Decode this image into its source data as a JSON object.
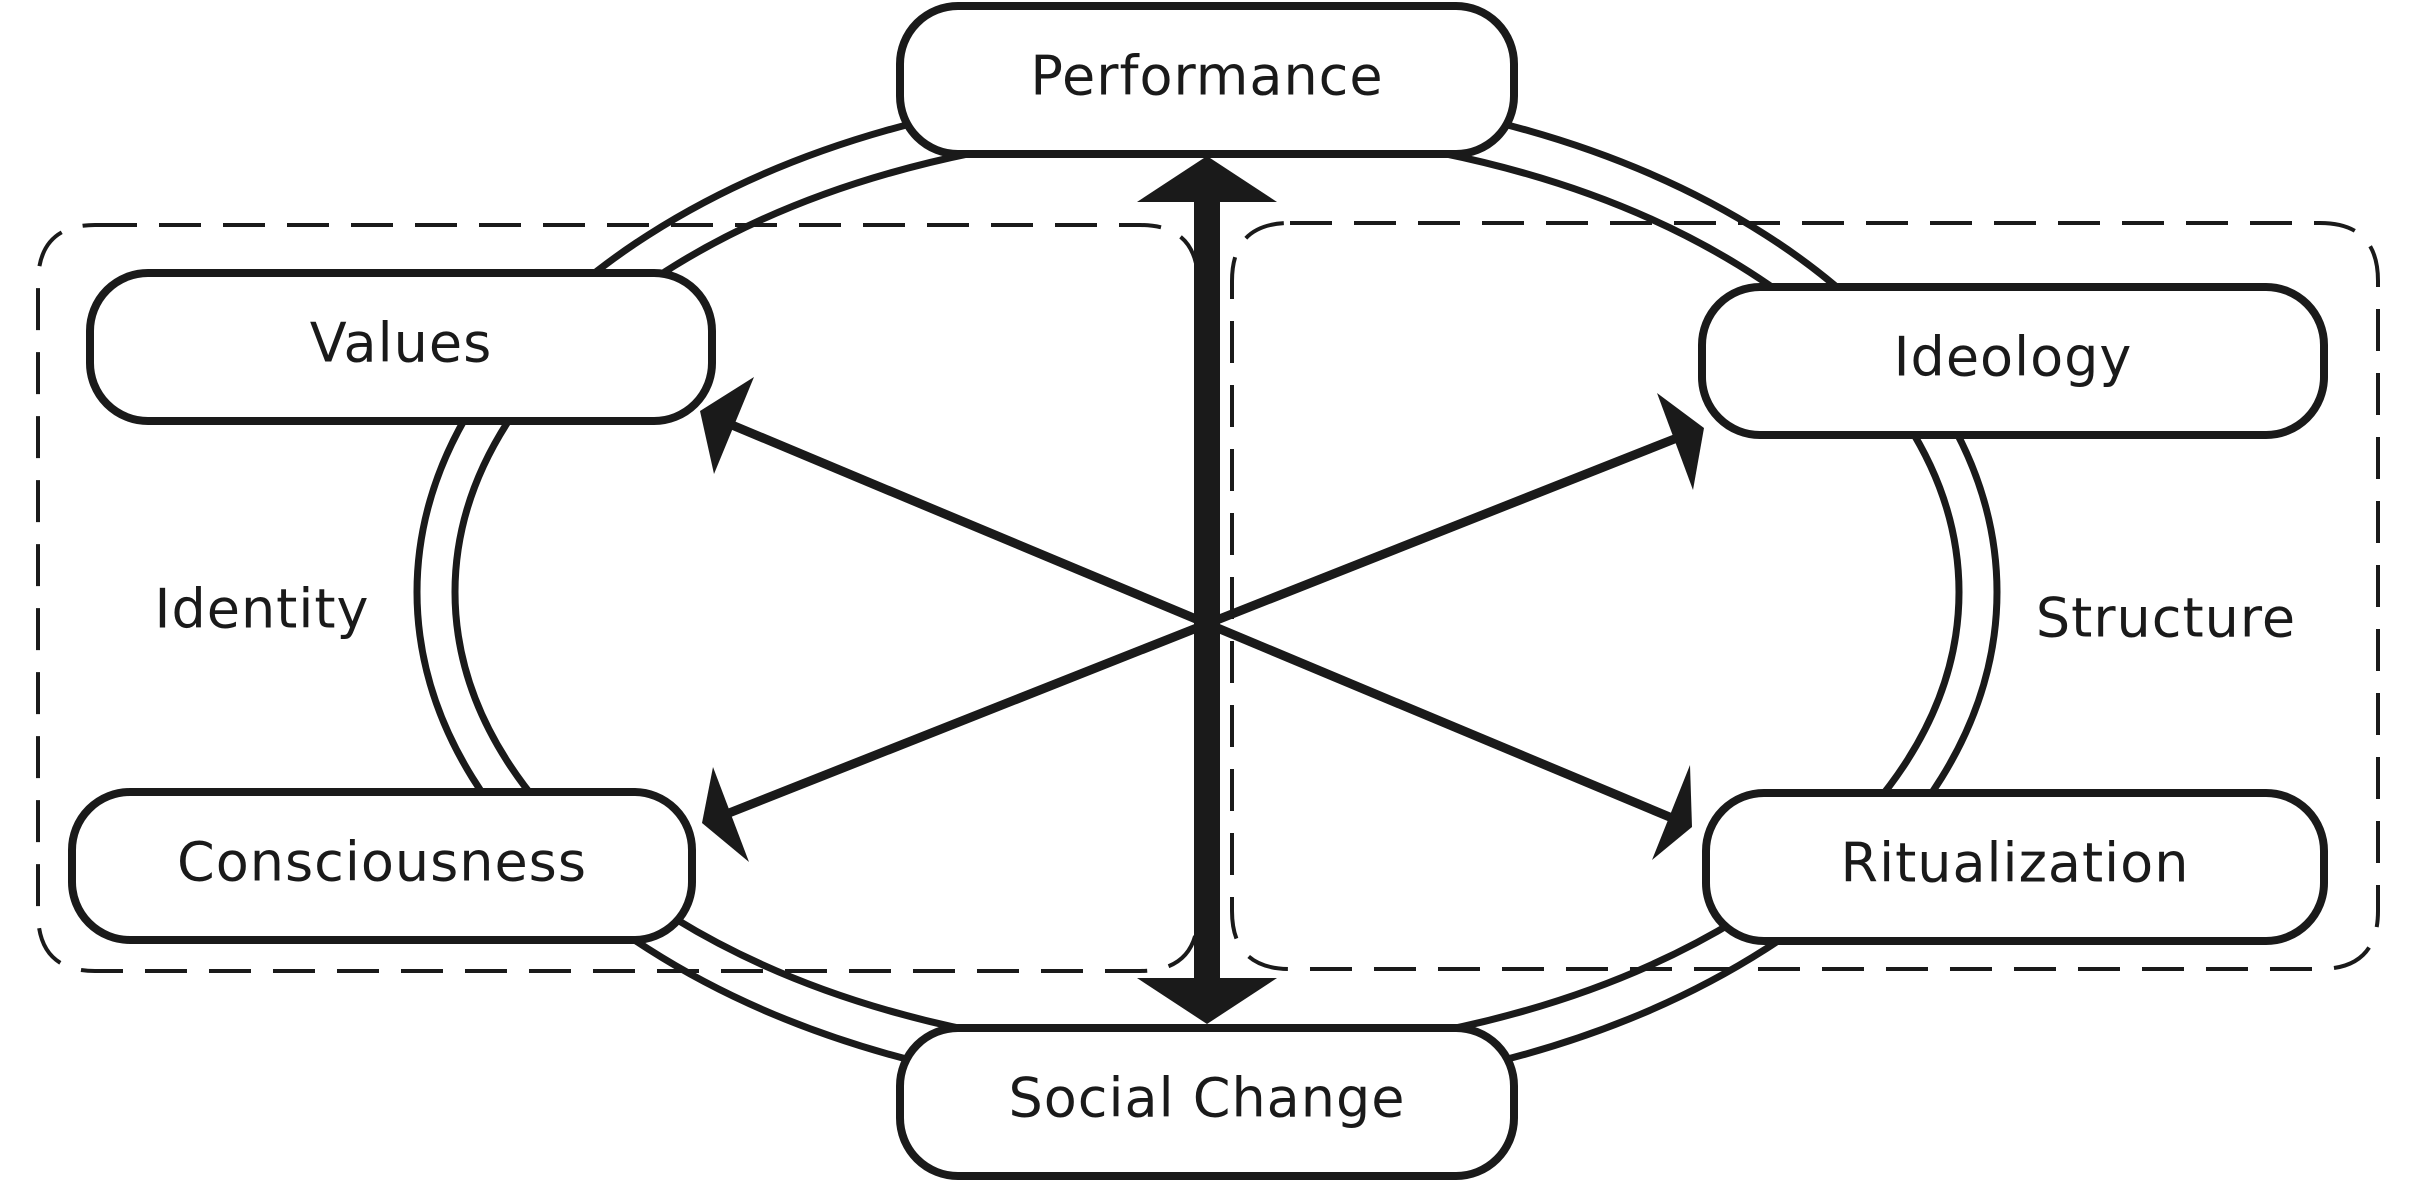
{
  "nodes": {
    "performance": "Performance",
    "values": "Values",
    "ideology": "Ideology",
    "consciousness": "Consciousness",
    "ritualization": "Ritualization",
    "social_change": "Social Change"
  },
  "groups": {
    "left": "Identity",
    "right": "Structure"
  }
}
